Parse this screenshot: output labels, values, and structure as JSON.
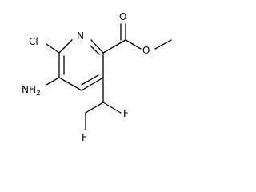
{
  "molecule": {
    "atoms": {
      "ring_nitrogen": "N",
      "chlorine": "Cl",
      "amino": "NH",
      "amino_subscript": "2",
      "carbonyl_oxygen": "O",
      "ester_oxygen": "O",
      "fluorine_1": "F",
      "fluorine_2": "F"
    }
  }
}
